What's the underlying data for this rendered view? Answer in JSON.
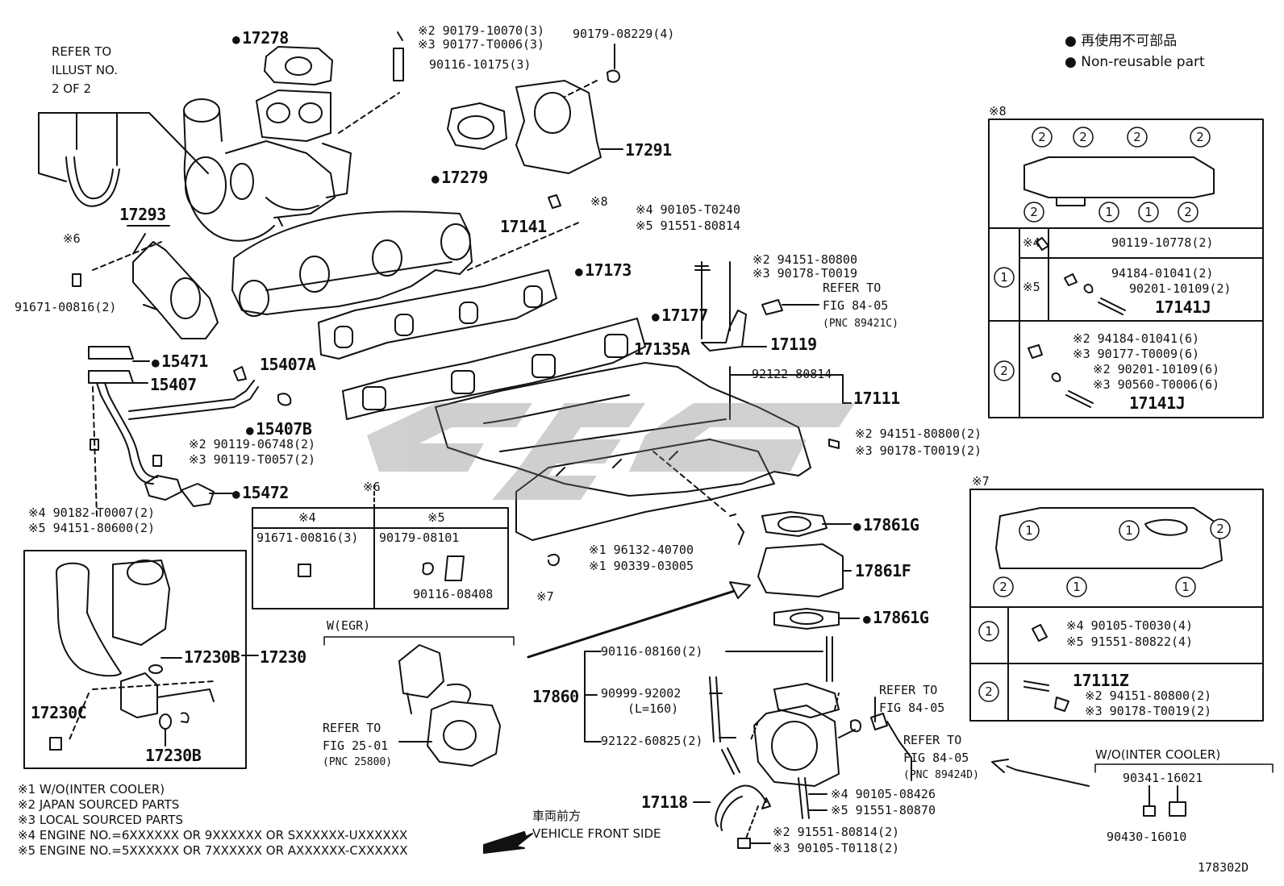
{
  "legend": {
    "jp": "再使用不可部品",
    "en": "Non-reusable part"
  },
  "figure_id": "178302D",
  "refer_illust": [
    "REFER TO",
    "ILLUST NO.",
    "2 OF 2"
  ],
  "parts": {
    "p17278": "17278",
    "n90179_10070": "※2 90179-10070(3)",
    "n90177_T0006": "※3 90177-T0006(3)",
    "n90116_10175": "90116-10175(3)",
    "n90179_08229": "90179-08229(4)",
    "p17291": "17291",
    "p17279": "17279",
    "p17293": "17293",
    "s6a": "※6",
    "p17141": "17141",
    "s8a": "※8",
    "n90105_T0240": "※4 90105-T0240",
    "n91551_80814": "※5 91551-80814",
    "n94151_80800": "※2 94151-80800",
    "n90178_T0019": "※3 90178-T0019",
    "ref_84_05_a1": "REFER TO",
    "ref_84_05_a2": "FIG 84-05",
    "ref_84_05_a3": "(PNC 89421C)",
    "p17173": "17173",
    "n91671_00816_2": "91671-00816(2)",
    "p17177": "17177",
    "p17135A": "17135A",
    "p17119": "17119",
    "p15471": "15471",
    "p15407A": "15407A",
    "p15407": "15407",
    "n92122_80814": "92122-80814",
    "p17111": "17111",
    "p15407B": "15407B",
    "n90119_06748": "※2 90119-06748(2)",
    "n90119_T0057": "※3 90119-T0057(2)",
    "n94151_80800_2": "※2 94151-80800(2)",
    "n90178_T0019_2": "※3 90178-T0019(2)",
    "s6b": "※6",
    "p15472": "15472",
    "n90182_T0007": "※4 90182-T0007(2)",
    "n94151_80600": "※5 94151-80600(2)",
    "s4": "※4",
    "s5": "※5",
    "n91671_00816_3": "91671-00816(3)",
    "n90179_08101": "90179-08101",
    "n90116_08408": "90116-08408",
    "p17861G_a": "17861G",
    "n96132_40700": "※1 96132-40700",
    "n90339_03005": "※1 90339-03005",
    "p17861F": "17861F",
    "s7a": "※7",
    "p17861G_b": "17861G",
    "p17230B_a": "17230B",
    "p17230": "17230",
    "wegr": "W(EGR)",
    "n90116_08160": "90116-08160(2)",
    "p17230C": "17230C",
    "p17860": "17860",
    "n90999_92002": "90999-92002",
    "l160": "(L=160)",
    "ref_84_05_b1": "REFER TO",
    "ref_84_05_b2": "FIG 84-05",
    "p17230B_b": "17230B",
    "ref_25_01_1": "REFER TO",
    "ref_25_01_2": "FIG 25-01",
    "ref_25_01_3": "(PNC 25800)",
    "n92122_60825": "92122-60825(2)",
    "ref_84_05_c1": "REFER TO",
    "ref_84_05_c2": "FIG 84-05",
    "ref_84_05_c3": "(PNC 89424D)",
    "n90105_08426": "※4 90105-08426",
    "n91551_80870": "※5 91551-80870",
    "p17118": "17118",
    "n91551_80814_2": "※2 91551-80814(2)",
    "n90105_T0118": "※3 90105-T0118(2)"
  },
  "box8": {
    "title": "※8",
    "r1_s4": "※4",
    "r1_s5": "※5",
    "r1_a": "90119-10778(2)",
    "r1_b": "94184-01041(2)",
    "r1_c": "90201-10109(2)",
    "r1_d": "17141J",
    "r2_a": "※2 94184-01041(6)",
    "r2_b": "※3 90177-T0009(6)",
    "r2_c": "※2 90201-10109(6)",
    "r2_d": "※3 90560-T0006(6)",
    "r2_e": "17141J"
  },
  "box7": {
    "title": "※7",
    "r1_a": "※4 90105-T0030(4)",
    "r1_b": "※5 91551-80822(4)",
    "r2_a": "17111Z",
    "r2_b": "※2 94151-80800(2)",
    "r2_c": "※3 90178-T0019(2)"
  },
  "intercooler": {
    "title": "W/O(INTER COOLER)",
    "a": "90341-16021",
    "b": "90430-16010"
  },
  "notes": [
    "※1 W/O(INTER COOLER)",
    "※2 JAPAN SOURCED PARTS",
    "※3 LOCAL SOURCED PARTS",
    "※4 ENGINE NO.=6XXXXXX OR 9XXXXXX OR SXXXXXX-UXXXXXX",
    "※5 ENGINE NO.=5XXXXXX OR 7XXXXXX OR AXXXXXX-CXXXXXX"
  ],
  "front": {
    "jp": "車両前方",
    "en": "VEHICLE FRONT SIDE"
  },
  "circle_labels": {
    "one": "1",
    "two": "2"
  }
}
